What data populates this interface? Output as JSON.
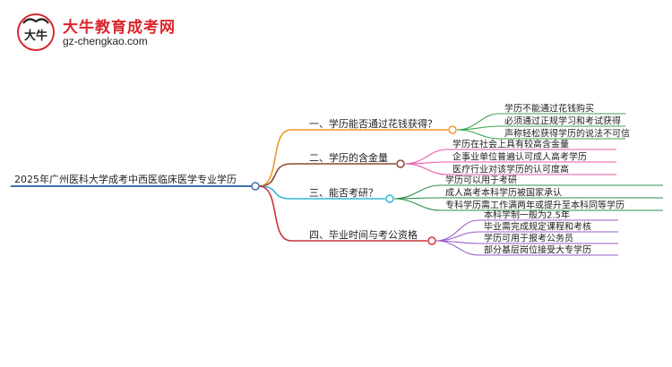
{
  "logo": {
    "title": "大牛教育成考网",
    "url": "gz-chengkao.com",
    "mark_text": "大牛",
    "brand_color": "#d9262c"
  },
  "root": {
    "text": "2025年广州医科大学成考中西医临床医学专业学历",
    "color": "#3c6ea8"
  },
  "branches": [
    {
      "text": "一、学历能否通过花钱获得？",
      "color": "#f0962e",
      "leaf_color": "#3aa64a",
      "leaves": [
        "学历不能通过花钱购买",
        "必须通过正规学习和考试获得",
        "声称轻松获得学历的说法不可信"
      ]
    },
    {
      "text": "二、学历的含金量",
      "color": "#8b4a2b",
      "leaf_color": "#e65aa8",
      "leaves": [
        "学历在社会上具有较高含金量",
        "企事业单位普遍认可成人高考学历",
        "医疗行业对该学历的认可度高"
      ]
    },
    {
      "text": "三、能否考研？",
      "color": "#35b5d6",
      "leaf_color": "#2b8f4a",
      "leaves": [
        "学历可以用于考研",
        "成人高考本科学历被国家承认",
        "专科学历需工作满两年或提升至本科同等学历"
      ]
    },
    {
      "text": "四、毕业时间与考公资格",
      "color": "#c9333b",
      "leaf_color": "#9a5cc9",
      "leaves": [
        "本科学制一般为2.5年",
        "毕业需完成规定课程和考核",
        "学历可用于报考公务员",
        "部分基层岗位接受大专学历"
      ]
    }
  ]
}
